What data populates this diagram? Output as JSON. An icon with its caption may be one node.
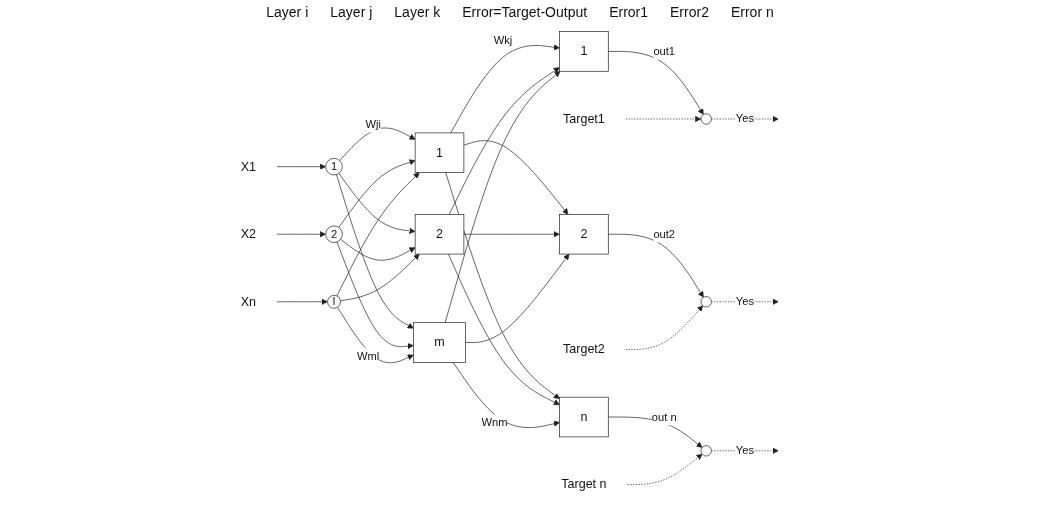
{
  "diagram": {
    "nodes": [
      {
        "text": [
          "X1"
        ]
      },
      {
        "text": [
          "X2"
        ]
      },
      {
        "text": [
          "Xn"
        ]
      },
      {
        "text": [
          "1"
        ]
      },
      {
        "text": [
          "2"
        ]
      },
      {
        "text": [
          "l"
        ]
      },
      {
        "text": [
          "1"
        ]
      },
      {
        "text": [
          "2"
        ]
      },
      {
        "text": [
          "m"
        ]
      },
      {
        "text": [
          "1"
        ]
      },
      {
        "text": [
          "2"
        ]
      },
      {
        "text": [
          "n"
        ]
      },
      {
        "text": [],
        "shape": "circle"
      },
      {
        "text": [],
        "shape": "circle"
      },
      {
        "text": [],
        "shape": "circle"
      },
      {
        "text": [
          "Target1"
        ]
      },
      {
        "text": [
          "Target2"
        ]
      },
      {
        "text": [
          "Target n"
        ]
      }
    ],
    "edges": [
      {
        "from": 0,
        "to": 3,
        "arrow": "to"
      },
      {
        "from": 1,
        "to": 4,
        "arrow": "to"
      },
      {
        "from": 2,
        "to": 5,
        "arrow": "to"
      },
      {
        "from": 3,
        "to": 6,
        "arrow": "to",
        "label": "Wji"
      },
      {
        "from": 3,
        "to": 7,
        "arrow": "to"
      },
      {
        "from": 3,
        "to": 8,
        "arrow": "to"
      },
      {
        "from": 4,
        "to": 6,
        "arrow": "to"
      },
      {
        "from": 4,
        "to": 7,
        "arrow": "to"
      },
      {
        "from": 4,
        "to": 8,
        "arrow": "to"
      },
      {
        "from": 5,
        "to": 6,
        "arrow": "to"
      },
      {
        "from": 5,
        "to": 7,
        "arrow": "to"
      },
      {
        "from": 5,
        "to": 8,
        "arrow": "to",
        "label": "Wml"
      },
      {
        "from": 6,
        "to": 9,
        "arrow": "to",
        "label": "Wkj"
      },
      {
        "from": 6,
        "to": 10,
        "arrow": "to"
      },
      {
        "from": 6,
        "to": 11,
        "arrow": "to"
      },
      {
        "from": 7,
        "to": 9,
        "arrow": "to"
      },
      {
        "from": 7,
        "to": 10,
        "arrow": "to"
      },
      {
        "from": 7,
        "to": 11,
        "arrow": "to"
      },
      {
        "from": 8,
        "to": 9,
        "arrow": "to"
      },
      {
        "from": 8,
        "to": 10,
        "arrow": "to"
      },
      {
        "from": 8,
        "to": 11,
        "arrow": "to",
        "label": "Wnm"
      },
      {
        "from": 9,
        "to": 12,
        "arrow": "to",
        "label": "out1"
      },
      {
        "from": 10,
        "to": 13,
        "arrow": "to",
        "label": "out2"
      },
      {
        "from": 11,
        "to": 14,
        "arrow": "to",
        "label": "out n"
      },
      {
        "from": 15,
        "to": 12,
        "arrow": "to",
        "style": "dashed"
      },
      {
        "from": 16,
        "to": 13,
        "arrow": "to",
        "style": "dashed"
      },
      {
        "from": 17,
        "to": 14,
        "arrow": "to",
        "style": "dashed"
      },
      {
        "from": 12,
        "to": null,
        "arrow": "to",
        "label": "Yes",
        "style": "dashed"
      },
      {
        "from": 13,
        "to": null,
        "arrow": "to",
        "label": "Yes",
        "style": "dashed"
      },
      {
        "from": 14,
        "to": null,
        "arrow": "to",
        "label": "Yes",
        "style": "dashed"
      }
    ],
    "labels": [
      "Layer i",
      "Layer j",
      "Layer k",
      "Error=Target-Output",
      "Error1",
      "Error2",
      "Error n"
    ]
  }
}
